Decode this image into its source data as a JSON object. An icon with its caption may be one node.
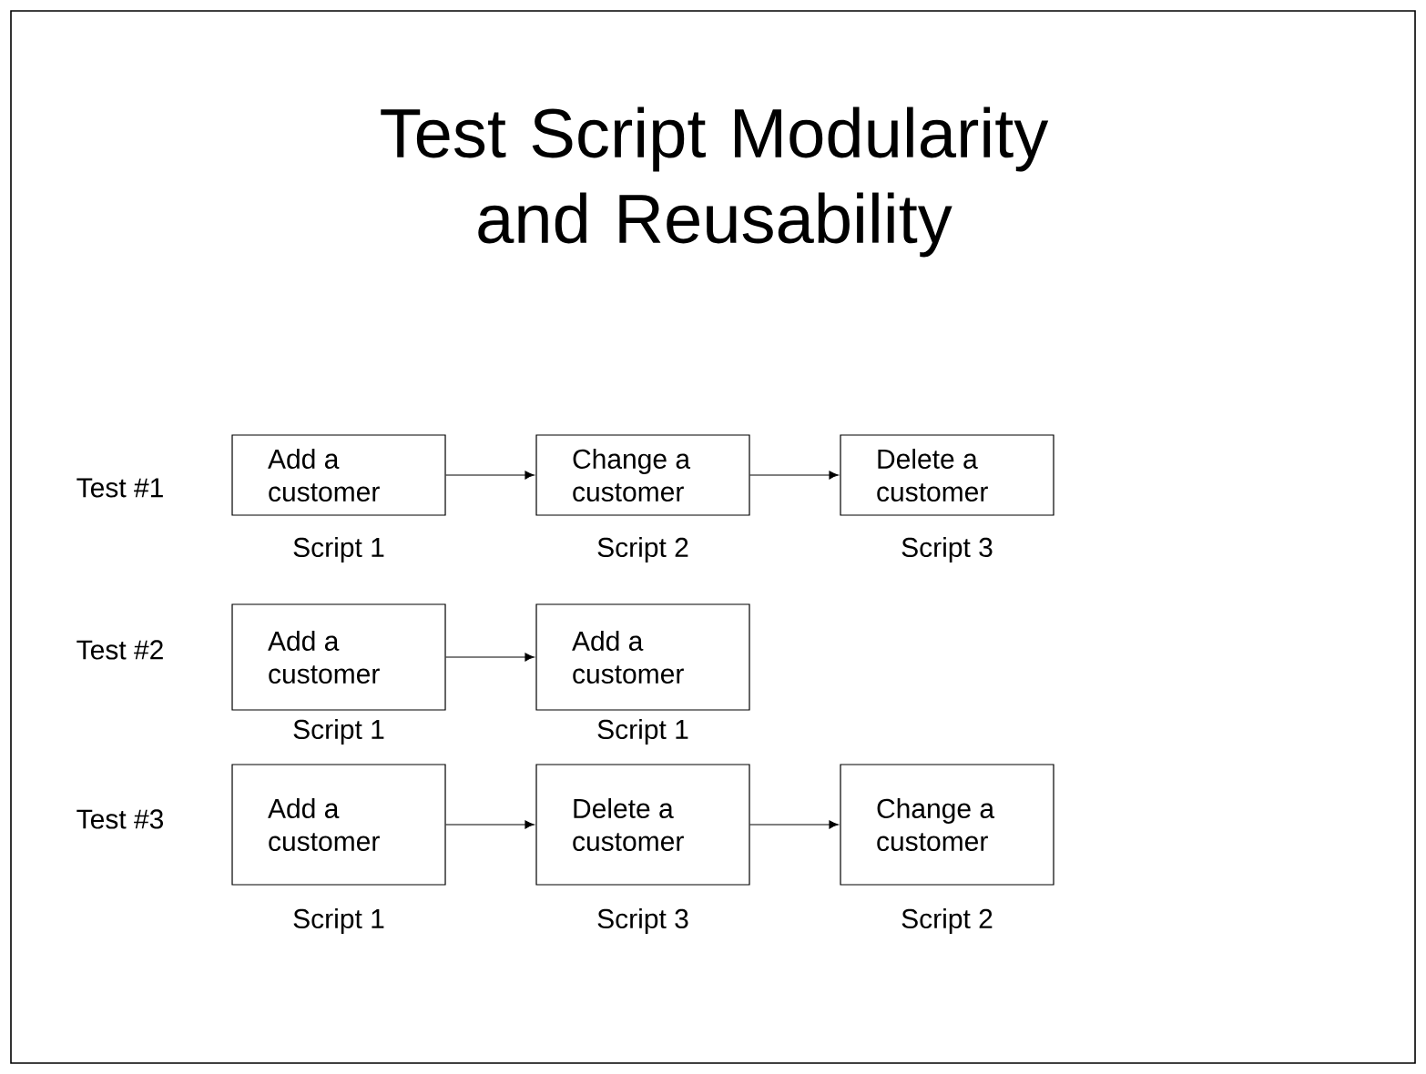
{
  "diagram": {
    "title": "Test Script Modularity and Reusability",
    "nodes": [
      {
        "text": [
          "Add a customer"
        ],
        "beside": [
          "Script 1"
        ]
      },
      {
        "text": [
          "Change a customer"
        ],
        "beside": [
          "Script 2"
        ]
      },
      {
        "text": [
          "Delete a customer"
        ],
        "beside": [
          "Script 3"
        ]
      },
      {
        "text": [
          "Add a customer"
        ],
        "beside": [
          "Script 1"
        ]
      },
      {
        "text": [
          "Add a customer"
        ],
        "beside": [
          "Script 1"
        ]
      },
      {
        "text": [
          "Add a customer"
        ],
        "beside": [
          "Script 1"
        ]
      },
      {
        "text": [
          "Delete a customer"
        ],
        "beside": [
          "Script 3"
        ]
      },
      {
        "text": [
          "Change a customer"
        ],
        "beside": [
          "Script 2"
        ]
      }
    ],
    "edges": [
      {
        "from": 0,
        "to": 1,
        "arrow": "to"
      },
      {
        "from": 1,
        "to": 2,
        "arrow": "to"
      },
      {
        "from": 3,
        "to": 4,
        "arrow": "to"
      },
      {
        "from": 5,
        "to": 6,
        "arrow": "to"
      },
      {
        "from": 6,
        "to": 7,
        "arrow": "to"
      }
    ],
    "labels": [
      "Test #1",
      "Test #2",
      "Test #3"
    ]
  }
}
